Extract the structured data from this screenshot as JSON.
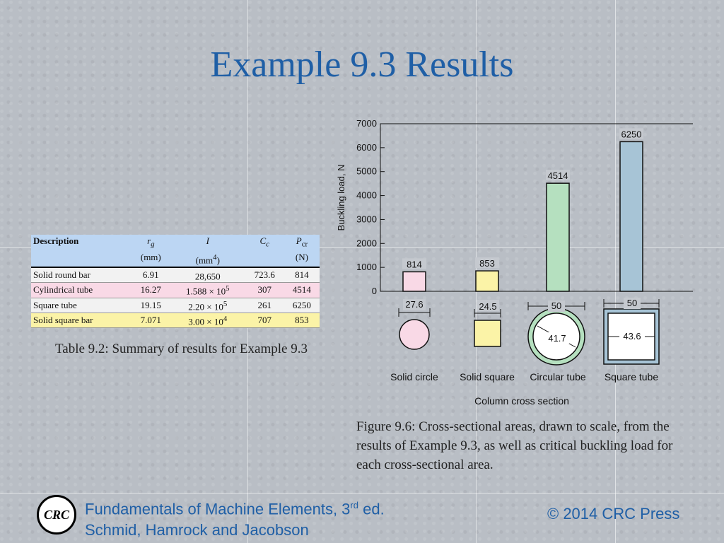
{
  "title": "Example 9.3 Results",
  "table": {
    "headers": {
      "description": "Description",
      "rg_sym": "r",
      "rg_sub": "g",
      "rg_unit": "(mm)",
      "i_sym": "I",
      "i_unit_pre": "(mm",
      "i_unit_sup": "4",
      "i_unit_post": ")",
      "cc_sym": "C",
      "cc_sub": "c",
      "pcr_sym": "P",
      "pcr_sub": "cr",
      "pcr_unit": "(N)"
    },
    "rows": [
      {
        "description": "Solid round bar",
        "rg": "6.91",
        "i": "28,650",
        "i_exp": "",
        "cc": "723.6",
        "pcr": "814"
      },
      {
        "description": "Cylindrical tube",
        "rg": "16.27",
        "i": "1.588 × 10",
        "i_exp": "5",
        "cc": "307",
        "pcr": "4514"
      },
      {
        "description": "Square tube",
        "rg": "19.15",
        "i": "2.20 × 10",
        "i_exp": "5",
        "cc": "261",
        "pcr": "6250"
      },
      {
        "description": "Solid square bar",
        "rg": "7.071",
        "i": "3.00 × 10",
        "i_exp": "4",
        "cc": "707",
        "pcr": "853"
      }
    ]
  },
  "table_caption": "Table 9.2: Summary of results for Example 9.3",
  "figure_caption": "Figure 9.6: Cross-sectional areas, drawn to scale, from the results of Example 9.3, as well as critical buckling load for each cross-sectional area.",
  "chart_data": {
    "type": "bar",
    "categories": [
      "Solid circle",
      "Solid square",
      "Circular tube",
      "Square tube"
    ],
    "values": [
      814,
      853,
      4514,
      6250
    ],
    "value_labels": [
      "814",
      "853",
      "4514",
      "6250"
    ],
    "colors": [
      "#f9d9e6",
      "#fbf3a7",
      "#b5e0bf",
      "#a7c4d6"
    ],
    "ylabel": "Buckling load, N",
    "xlabel": "Column cross section",
    "ylim": [
      0,
      7000
    ],
    "yticks": [
      "0",
      "1000",
      "2000",
      "3000",
      "4000",
      "5000",
      "6000",
      "7000"
    ],
    "dimensions": {
      "solid_circle": "27.6",
      "solid_square": "24.5",
      "circular_tube_outer": "50",
      "circular_tube_inner": "41.7",
      "square_tube_outer": "50",
      "square_tube_inner": "43.6"
    }
  },
  "footer": {
    "logo_text": "CRC",
    "book_line1_pre": "Fundamentals of Machine Elements, 3",
    "book_line1_sup": "rd",
    "book_line1_post": " ed.",
    "book_line2": "Schmid, Hamrock and Jacobson",
    "copyright": "© 2014 CRC Press"
  },
  "colors": {
    "title": "#1f5fa6",
    "table_header": "#bcd6f3"
  }
}
